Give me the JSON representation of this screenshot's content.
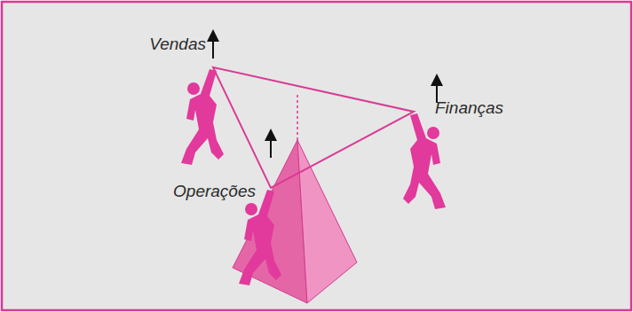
{
  "diagram": {
    "labels": [
      "Vendas",
      "Finanças",
      "Operações"
    ]
  }
}
